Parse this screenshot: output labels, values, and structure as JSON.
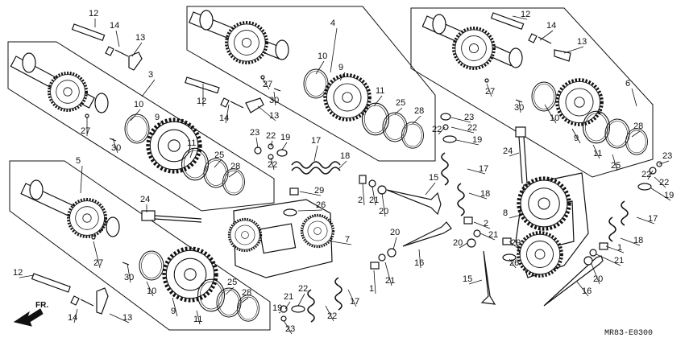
{
  "diagram": {
    "code": "MR83-E0300",
    "direction_label": "FR.",
    "panels": [
      {
        "id": "3",
        "label": "3"
      },
      {
        "id": "4",
        "label": "4"
      },
      {
        "id": "5",
        "label": "5"
      },
      {
        "id": "6",
        "label": "6"
      }
    ],
    "callouts": [
      {
        "k": "c1",
        "label": "12"
      },
      {
        "k": "c2",
        "label": "14"
      },
      {
        "k": "c3",
        "label": "13"
      },
      {
        "k": "c4",
        "label": "3"
      },
      {
        "k": "c5",
        "label": "10"
      },
      {
        "k": "c6",
        "label": "9"
      },
      {
        "k": "c7",
        "label": "27"
      },
      {
        "k": "c8",
        "label": "30"
      },
      {
        "k": "c9",
        "label": "11"
      },
      {
        "k": "c10",
        "label": "25"
      },
      {
        "k": "c11",
        "label": "28"
      },
      {
        "k": "c12",
        "label": "4"
      },
      {
        "k": "c13",
        "label": "10"
      },
      {
        "k": "c14",
        "label": "9"
      },
      {
        "k": "c15",
        "label": "27"
      },
      {
        "k": "c16",
        "label": "30"
      },
      {
        "k": "c17",
        "label": "11"
      },
      {
        "k": "c18",
        "label": "25"
      },
      {
        "k": "c19",
        "label": "28"
      },
      {
        "k": "c20",
        "label": "12"
      },
      {
        "k": "c21",
        "label": "14"
      },
      {
        "k": "c22",
        "label": "13"
      },
      {
        "k": "c23",
        "label": "12"
      },
      {
        "k": "c24",
        "label": "14"
      },
      {
        "k": "c25",
        "label": "13"
      },
      {
        "k": "c26",
        "label": "6"
      },
      {
        "k": "c27",
        "label": "27"
      },
      {
        "k": "c28",
        "label": "30"
      },
      {
        "k": "c29",
        "label": "10"
      },
      {
        "k": "c30",
        "label": "9"
      },
      {
        "k": "c31",
        "label": "11"
      },
      {
        "k": "c32",
        "label": "25"
      },
      {
        "k": "c33",
        "label": "28"
      },
      {
        "k": "c34",
        "label": "23"
      },
      {
        "k": "c35",
        "label": "22"
      },
      {
        "k": "c36",
        "label": "22"
      },
      {
        "k": "c37",
        "label": "19"
      },
      {
        "k": "c38",
        "label": "17"
      },
      {
        "k": "c39",
        "label": "18"
      },
      {
        "k": "c40",
        "label": "2"
      },
      {
        "k": "c41",
        "label": "21"
      },
      {
        "k": "c42",
        "label": "20"
      },
      {
        "k": "c43",
        "label": "15"
      },
      {
        "k": "c44",
        "label": "29"
      },
      {
        "k": "c45",
        "label": "26"
      },
      {
        "k": "c46",
        "label": "7"
      },
      {
        "k": "c47",
        "label": "23"
      },
      {
        "k": "c48",
        "label": "22"
      },
      {
        "k": "c49",
        "label": "22"
      },
      {
        "k": "c50",
        "label": "19"
      },
      {
        "k": "c51",
        "label": "17"
      },
      {
        "k": "c52",
        "label": "18"
      },
      {
        "k": "c53",
        "label": "24"
      },
      {
        "k": "c54",
        "label": "2"
      },
      {
        "k": "c55",
        "label": "21"
      },
      {
        "k": "c56",
        "label": "20"
      },
      {
        "k": "c57",
        "label": "29"
      },
      {
        "k": "c58",
        "label": "26"
      },
      {
        "k": "c59",
        "label": "15"
      },
      {
        "k": "c60",
        "label": "8"
      },
      {
        "k": "c61",
        "label": "23"
      },
      {
        "k": "c62",
        "label": "22"
      },
      {
        "k": "c63",
        "label": "22"
      },
      {
        "k": "c64",
        "label": "19"
      },
      {
        "k": "c65",
        "label": "17"
      },
      {
        "k": "c66",
        "label": "18"
      },
      {
        "k": "c67",
        "label": "1"
      },
      {
        "k": "c68",
        "label": "21"
      },
      {
        "k": "c69",
        "label": "20"
      },
      {
        "k": "c70",
        "label": "16"
      },
      {
        "k": "c71",
        "label": "5"
      },
      {
        "k": "c72",
        "label": "24"
      },
      {
        "k": "c73",
        "label": "27"
      },
      {
        "k": "c74",
        "label": "30"
      },
      {
        "k": "c75",
        "label": "10"
      },
      {
        "k": "c76",
        "label": "9"
      },
      {
        "k": "c77",
        "label": "11"
      },
      {
        "k": "c78",
        "label": "25"
      },
      {
        "k": "c79",
        "label": "28"
      },
      {
        "k": "c80",
        "label": "12"
      },
      {
        "k": "c81",
        "label": "14"
      },
      {
        "k": "c82",
        "label": "13"
      },
      {
        "k": "c83",
        "label": "20"
      },
      {
        "k": "c84",
        "label": "21"
      },
      {
        "k": "c85",
        "label": "16"
      },
      {
        "k": "c86",
        "label": "1"
      },
      {
        "k": "c87",
        "label": "21"
      },
      {
        "k": "c88",
        "label": "22"
      },
      {
        "k": "c89",
        "label": "19"
      },
      {
        "k": "c90",
        "label": "23"
      },
      {
        "k": "c91",
        "label": "22"
      },
      {
        "k": "c92",
        "label": "17"
      },
      {
        "k": "c93",
        "label": "18"
      }
    ]
  }
}
